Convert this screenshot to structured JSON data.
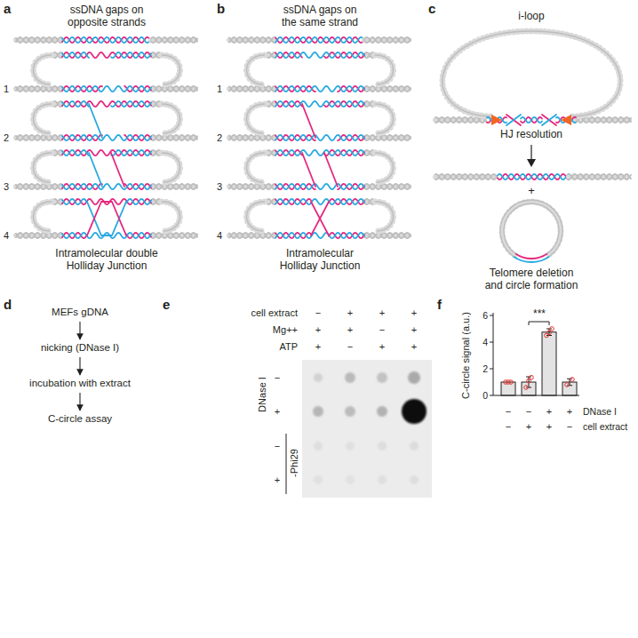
{
  "diagram": {
    "nodes": [
      {
        "text": [
          "MEFs gDNA"
        ]
      },
      {
        "text": [
          "nicking (DNase I)"
        ]
      },
      {
        "text": [
          "incubation with extract"
        ]
      },
      {
        "text": [
          "C-circle assay"
        ]
      }
    ],
    "edges": [
      {
        "from": 0,
        "to": 1,
        "arrow": "to"
      },
      {
        "from": 1,
        "to": 2,
        "arrow": "to"
      },
      {
        "from": 2,
        "to": 3,
        "arrow": "to"
      }
    ],
    "labels": [
      "a",
      "ssDNA gaps on opposite strands",
      "1",
      "2",
      "3",
      "4",
      "Intramolecular double Holliday Junction",
      "b",
      "ssDNA gaps on the same strand",
      "1",
      "2",
      "3",
      "4",
      "Intramolecular Holliday Junction",
      "c",
      "i-loop",
      "HJ resolution",
      "+",
      "Telomere deletion and circle formation",
      "d",
      "e",
      "cell extract",
      "Mg++",
      "ATP",
      "−",
      "+",
      "+",
      "+",
      "+",
      "+",
      "−",
      "+",
      "+",
      "−",
      "+",
      "+",
      "DNase I",
      "−",
      "+",
      "−",
      "+",
      "-Phi29",
      "f",
      "0",
      "2",
      "4",
      "6",
      "C-circle signal (a.u.)",
      "***",
      "DNase I",
      "cell extract",
      "−",
      "−",
      "+",
      "+",
      "−",
      "+",
      "+",
      "−"
    ]
  }
}
